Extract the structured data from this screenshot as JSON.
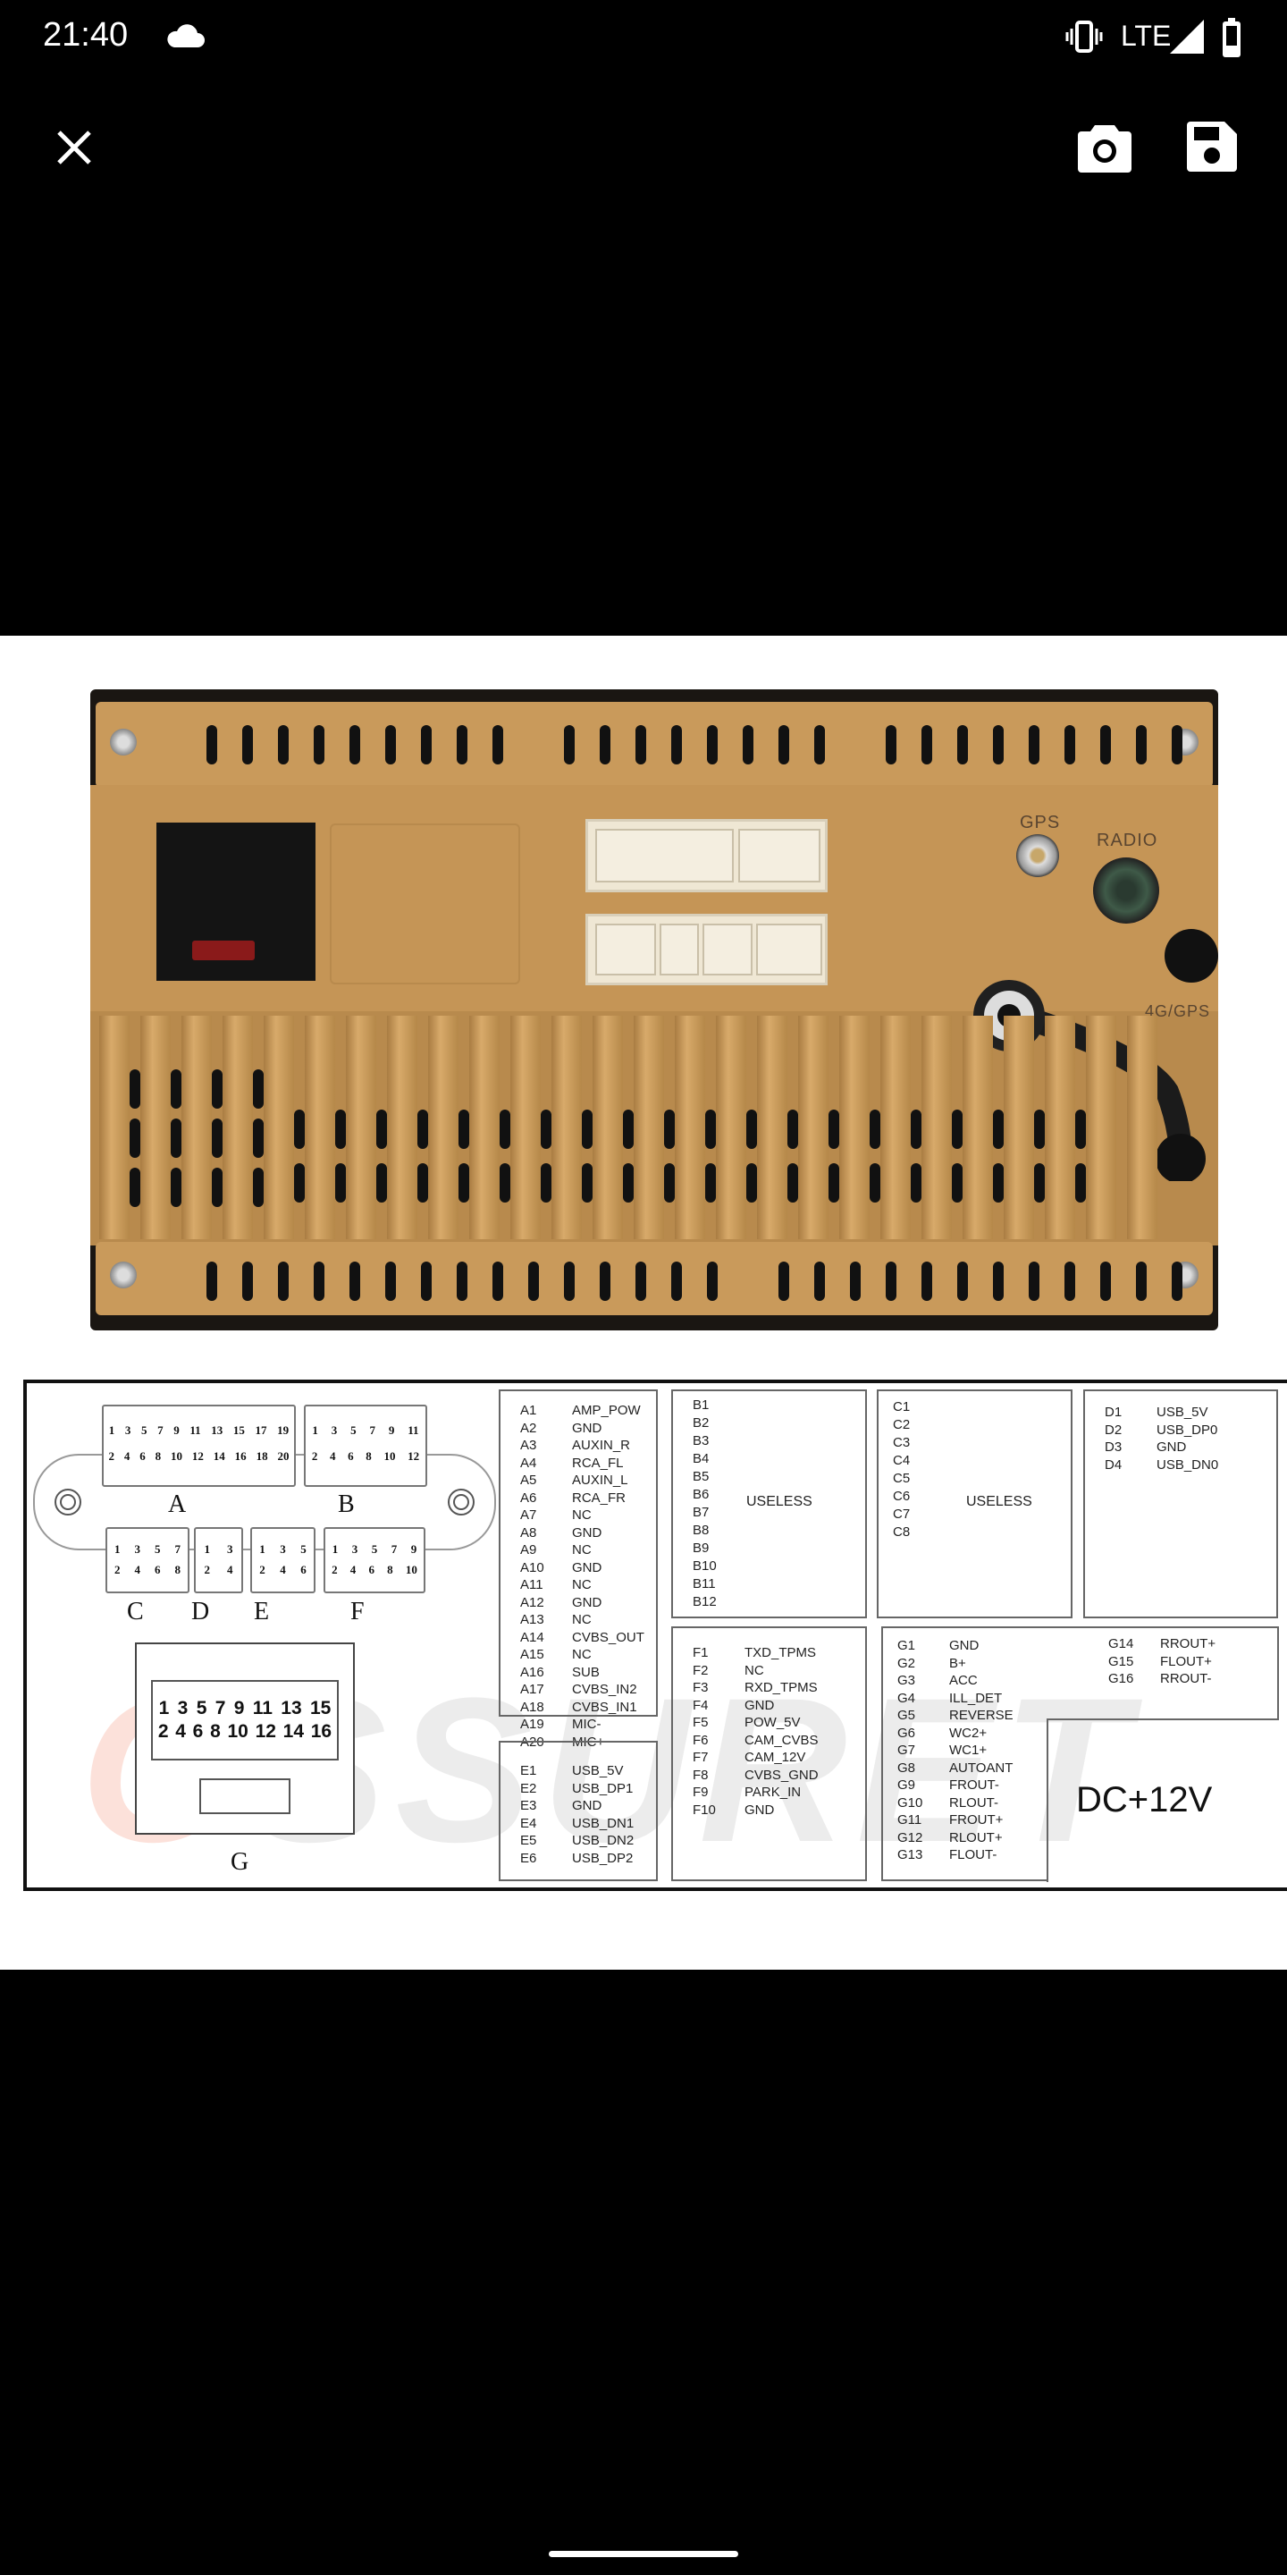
{
  "status_bar": {
    "time": "21:40",
    "network": "LTE",
    "icons": [
      "cloud-icon",
      "vibrate-icon",
      "signal-icon",
      "battery-icon"
    ]
  },
  "toolbar": {
    "close": "close-icon",
    "screenshot": "camera-icon",
    "save": "save-icon"
  },
  "photo": {
    "labels": {
      "gps": "GPS",
      "radio": "RADIO",
      "gps4g": "4G/GPS"
    },
    "body_color": "#c99a5b",
    "watermark": "OSSURET"
  },
  "diagram": {
    "connectors": {
      "A": {
        "label": "A",
        "top": [
          1,
          3,
          5,
          7,
          9,
          11,
          13,
          15,
          17,
          19
        ],
        "bottom": [
          2,
          4,
          6,
          8,
          10,
          12,
          14,
          16,
          18,
          20
        ]
      },
      "B": {
        "label": "B",
        "top": [
          1,
          3,
          5,
          7,
          9,
          11
        ],
        "bottom": [
          2,
          4,
          6,
          8,
          10,
          12
        ]
      },
      "C": {
        "label": "C",
        "top": [
          1,
          3,
          5,
          7
        ],
        "bottom": [
          2,
          4,
          6,
          8
        ]
      },
      "D": {
        "label": "D",
        "top": [
          1,
          3
        ],
        "bottom": [
          2,
          4
        ]
      },
      "E": {
        "label": "E",
        "top": [
          1,
          3,
          5
        ],
        "bottom": [
          2,
          4,
          6
        ]
      },
      "F": {
        "label": "F",
        "top": [
          1,
          3,
          5,
          7,
          9
        ],
        "bottom": [
          2,
          4,
          6,
          8,
          10
        ]
      },
      "G": {
        "label": "G",
        "top": [
          "1",
          3,
          5,
          7,
          9,
          11,
          13,
          15
        ],
        "bottom": [
          "2",
          4,
          6,
          8,
          10,
          12,
          14,
          16
        ]
      }
    },
    "A": [
      [
        "A1",
        "AMP_POW"
      ],
      [
        "A2",
        "GND"
      ],
      [
        "A3",
        "AUXIN_R"
      ],
      [
        "A4",
        "RCA_FL"
      ],
      [
        "A5",
        "AUXIN_L"
      ],
      [
        "A6",
        "RCA_FR"
      ],
      [
        "A7",
        "NC"
      ],
      [
        "A8",
        "GND"
      ],
      [
        "A9",
        "NC"
      ],
      [
        "A10",
        "GND"
      ],
      [
        "A11",
        "NC"
      ],
      [
        "A12",
        "GND"
      ],
      [
        "A13",
        "NC"
      ],
      [
        "A14",
        "CVBS_OUT"
      ],
      [
        "A15",
        "NC"
      ],
      [
        "A16",
        "SUB"
      ],
      [
        "A17",
        "CVBS_IN2"
      ],
      [
        "A18",
        "CVBS_IN1"
      ],
      [
        "A19",
        "MIC-"
      ],
      [
        "A20",
        "MIC+"
      ]
    ],
    "B": {
      "pins": [
        "B1",
        "B2",
        "B3",
        "B4",
        "B5",
        "B6",
        "B7",
        "B8",
        "B9",
        "B10",
        "B11",
        "B12"
      ],
      "note": "USELESS"
    },
    "C": {
      "pins": [
        "C1",
        "C2",
        "C3",
        "C4",
        "C5",
        "C6",
        "C7",
        "C8"
      ],
      "note": "USELESS"
    },
    "D": [
      [
        "D1",
        "USB_5V"
      ],
      [
        "D2",
        "USB_DP0"
      ],
      [
        "D3",
        "GND"
      ],
      [
        "D4",
        "USB_DN0"
      ]
    ],
    "E": [
      [
        "E1",
        "USB_5V"
      ],
      [
        "E2",
        "USB_DP1"
      ],
      [
        "E3",
        "GND"
      ],
      [
        "E4",
        "USB_DN1"
      ],
      [
        "E5",
        "USB_DN2"
      ],
      [
        "E6",
        "USB_DP2"
      ]
    ],
    "F": [
      [
        "F1",
        "TXD_TPMS"
      ],
      [
        "F2",
        "NC"
      ],
      [
        "F3",
        "RXD_TPMS"
      ],
      [
        "F4",
        "GND"
      ],
      [
        "F5",
        "POW_5V"
      ],
      [
        "F6",
        "CAM_CVBS"
      ],
      [
        "F7",
        "CAM_12V"
      ],
      [
        "F8",
        "CVBS_GND"
      ],
      [
        "F9",
        "PARK_IN"
      ],
      [
        "F10",
        "GND"
      ]
    ],
    "G": [
      [
        "G1",
        "GND"
      ],
      [
        "G2",
        "B+"
      ],
      [
        "G3",
        "ACC"
      ],
      [
        "G4",
        "ILL_DET"
      ],
      [
        "G5",
        "REVERSE"
      ],
      [
        "G6",
        "WC2+"
      ],
      [
        "G7",
        "WC1+"
      ],
      [
        "G8",
        "AUTOANT"
      ],
      [
        "G9",
        "FROUT-"
      ],
      [
        "G10",
        "RLOUT-"
      ],
      [
        "G11",
        "FROUT+"
      ],
      [
        "G12",
        "RLOUT+"
      ],
      [
        "G13",
        "FLOUT-"
      ]
    ],
    "G_extra": [
      [
        "G14",
        "RROUT+"
      ],
      [
        "G15",
        "FLOUT+"
      ],
      [
        "G16",
        "RROUT-"
      ]
    ],
    "dc_label": "DC+12V"
  }
}
